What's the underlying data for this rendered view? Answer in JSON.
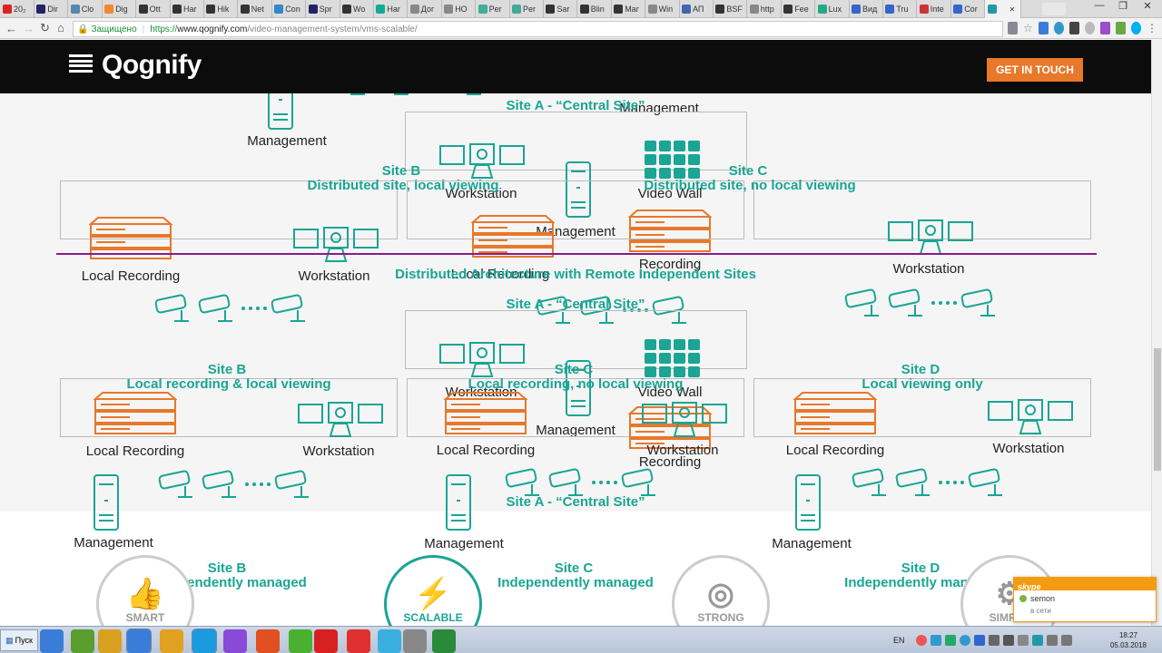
{
  "browser": {
    "tabs": [
      "20₂",
      "Dir",
      "Clo",
      "Dig",
      "Ott",
      "Har",
      "Hik",
      "Net",
      "Con",
      "Spr",
      "Wo",
      "Har",
      "Дог",
      "HO",
      "Per",
      "Per",
      "Sar",
      "Blin",
      "Mar",
      "Win",
      "АП",
      "BSF",
      "http",
      "Fee",
      "Lux",
      "Вид",
      "Tru",
      "Inte",
      "Cor",
      ""
    ],
    "tab_colors": [
      "#d22",
      "#226",
      "#58a",
      "#e83",
      "#333",
      "#333",
      "#333",
      "#333",
      "#38c",
      "#226",
      "#333",
      "#1a9",
      "#888",
      "#888",
      "#4a9",
      "#4a9",
      "#333",
      "#333",
      "#333",
      "#888",
      "#46a",
      "#333",
      "#888",
      "#333",
      "#2a8",
      "#36c",
      "#36c",
      "#c33",
      "#36c",
      "#29a"
    ],
    "secure_label": "Защищено",
    "url_scheme": "https://",
    "url_host": "www.qognify.com",
    "url_path": "/video-management-system/vms-scalable/"
  },
  "site": {
    "logo": "Qognify",
    "cta": "GET IN TOUCH",
    "accent": "#e8782a",
    "teal": "#1aa594"
  },
  "diagram": {
    "arch1_title": "Distributed Architecture with Local Recording",
    "arch2_title": "Distributed Architecture with Remote Independent Sites",
    "site_a": "Site A - “Central Site”",
    "workstation": "Workstation",
    "recording": "Recording",
    "management": "Management",
    "video_wall": "Video Wall",
    "local_recording": "Local Recording",
    "site_b": "Site B",
    "site_c": "Site C",
    "site_d": "Site D",
    "b_desc1": "Distributed site, local viewing",
    "c_desc1": "Distributed site, no local viewing",
    "b_desc2": "Local recording & local viewing",
    "c_desc2": "Local recording, no local viewing",
    "d_desc2": "Local viewing only",
    "indep": "Independently managed"
  },
  "features": {
    "smart": "SMART",
    "scalable": "SCALABLE",
    "strong": "STRONG",
    "simple": "SIMPLE"
  },
  "skype": {
    "brand": "skype",
    "user": "semon",
    "status": "в сети"
  },
  "taskbar": {
    "start": "Пуск",
    "lang": "EN",
    "time": "18:27",
    "date": "05.03.2018"
  }
}
